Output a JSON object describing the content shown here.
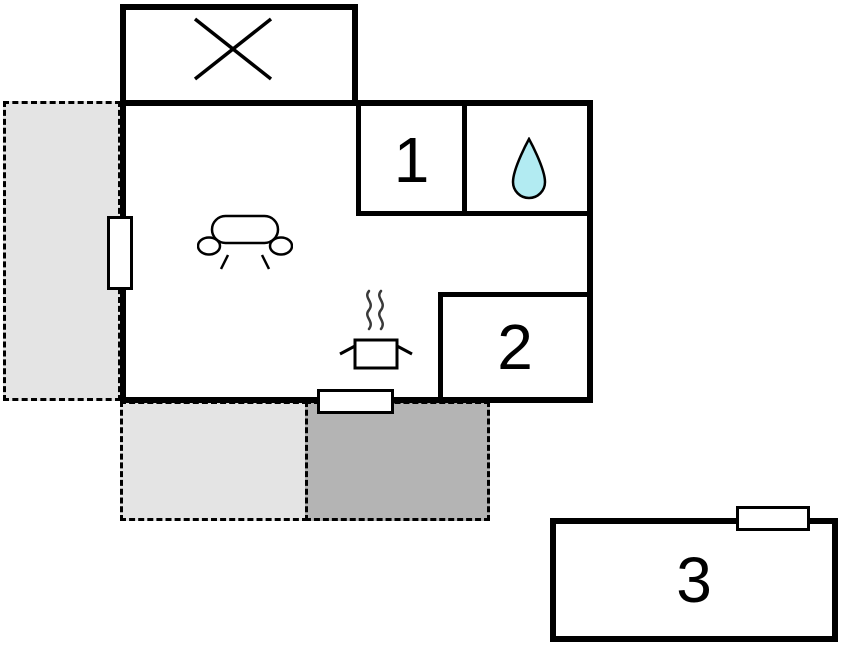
{
  "floorplan": {
    "rooms": {
      "room1": {
        "label": "1"
      },
      "room2": {
        "label": "2"
      },
      "room3": {
        "label": "3"
      }
    },
    "icons": {
      "cross": "cross-icon",
      "water_drop": "water-drop-icon",
      "sofa": "sofa-icon",
      "cooking_pot": "cooking-pot-icon"
    },
    "colors": {
      "wall": "#000000",
      "terrace_light": "#e4e4e4",
      "terrace_dark": "#b4b4b4",
      "water_fill": "#b2ebf2",
      "steam": "#3a3a3a",
      "background": "#ffffff"
    }
  }
}
